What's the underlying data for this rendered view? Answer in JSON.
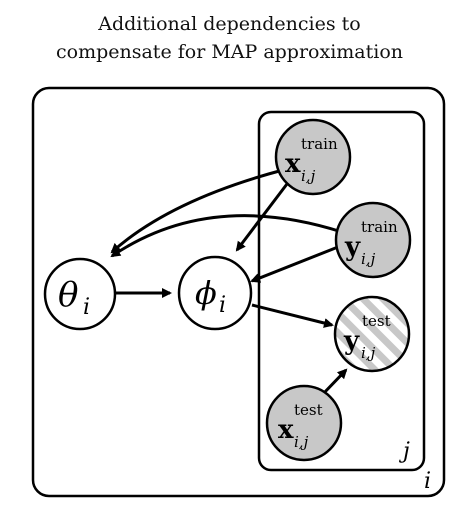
{
  "title": {
    "line1": "Additional dependencies to",
    "line2": "compensate for MAP approximation"
  },
  "plates": {
    "outer": {
      "label": "i"
    },
    "inner": {
      "label": "j"
    }
  },
  "nodes": {
    "theta": {
      "symbol": "θ",
      "subscript": "i"
    },
    "phi": {
      "symbol": "ϕ",
      "subscript": "i"
    },
    "x_train": {
      "symbol": "x",
      "superscript": "train",
      "subscript": "i,j"
    },
    "y_train": {
      "symbol": "y",
      "superscript": "train",
      "subscript": "i,j"
    },
    "y_test": {
      "symbol": "y",
      "superscript": "test",
      "subscript": "i,j"
    },
    "x_test": {
      "symbol": "x",
      "superscript": "test",
      "subscript": "i,j"
    }
  },
  "colors": {
    "observed_fill": "#c8c8c8",
    "latent_fill": "#ffffff",
    "hatch_stripe": "#c8c8c8",
    "stroke": "#000000"
  }
}
